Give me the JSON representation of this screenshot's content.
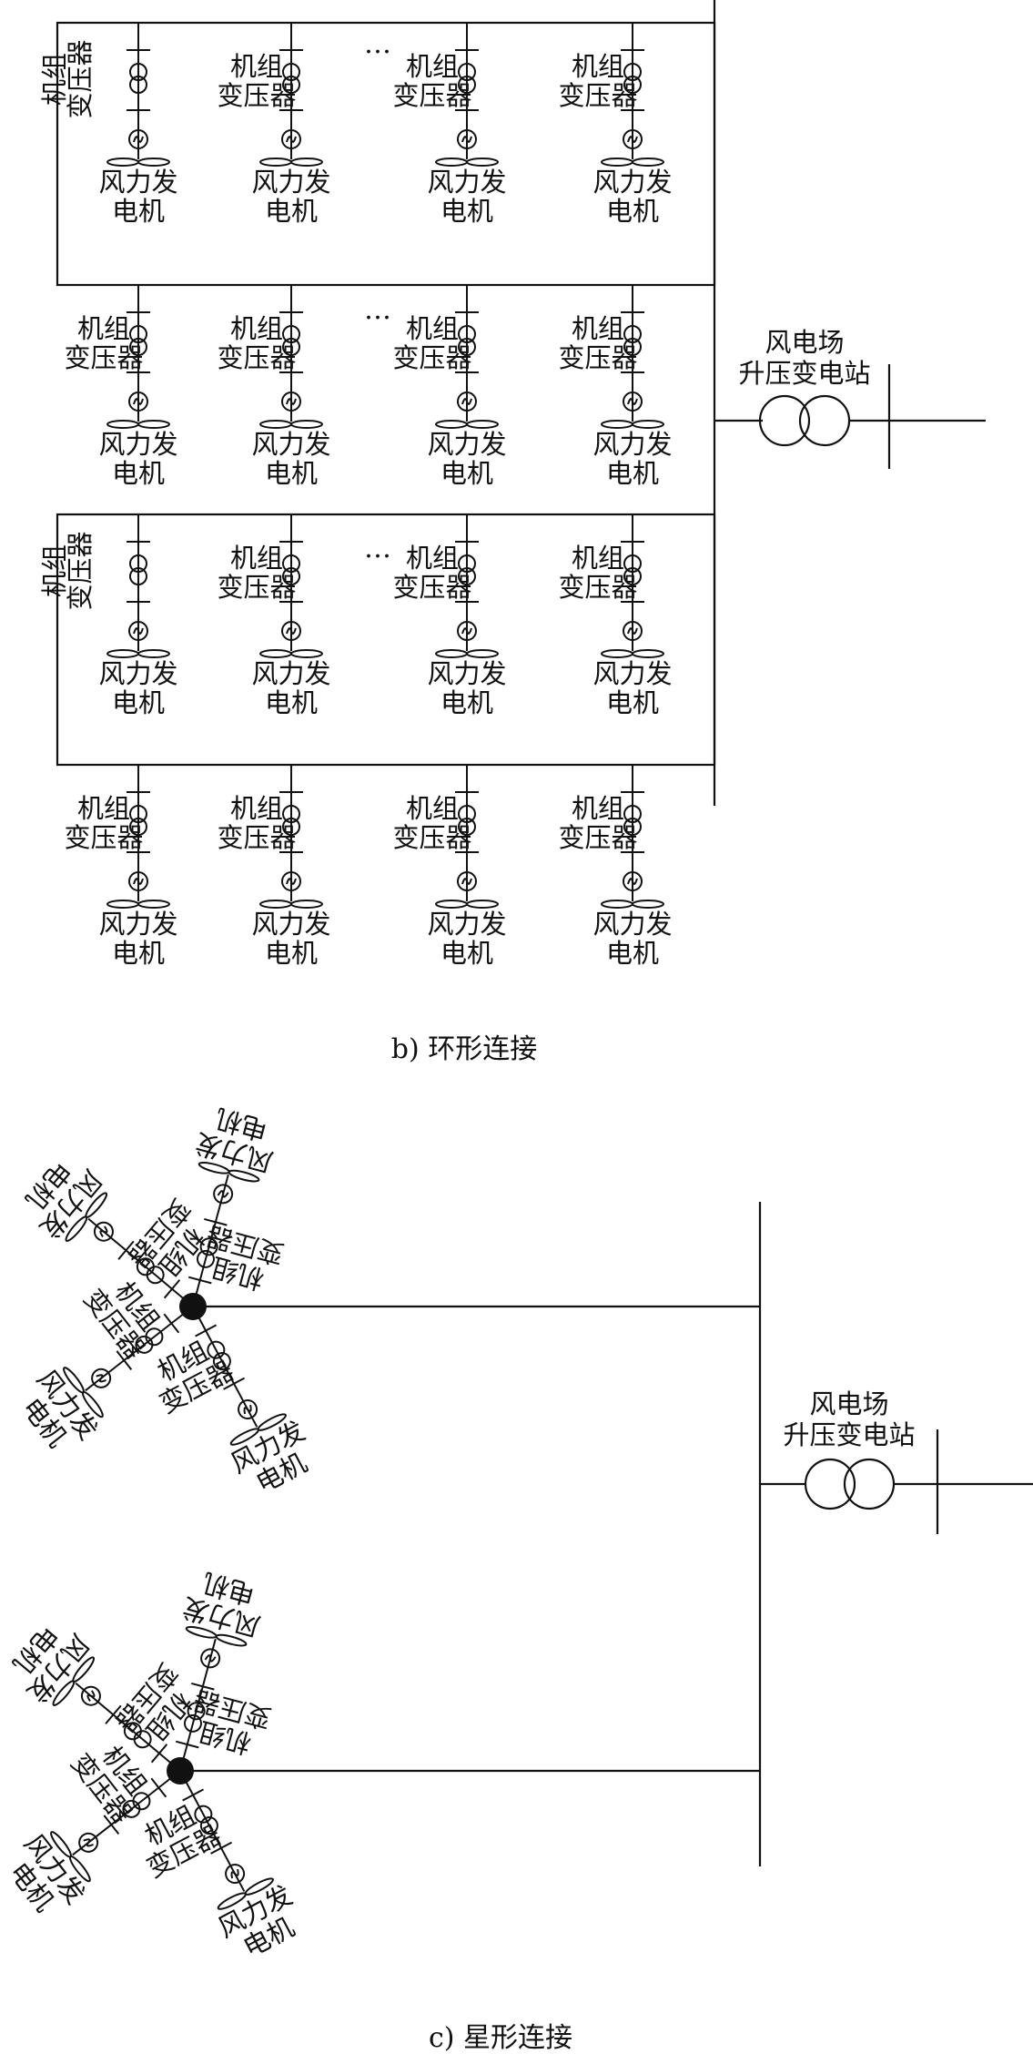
{
  "ring": {
    "caption": "b) 环形连接",
    "ellipsis": "…",
    "unit": {
      "transformer_line1": "机组",
      "transformer_line2": "变压器",
      "generator_line1": "风力发",
      "generator_line2": "电机"
    },
    "substation": {
      "line1": "风电场",
      "line2": "升压变电站"
    }
  },
  "star": {
    "caption": "c) 星形连接",
    "unit": {
      "transformer_line1": "机组",
      "transformer_line2": "变压器",
      "generator_line1": "风力发",
      "generator_line2": "电机"
    },
    "substation": {
      "line1": "风电场",
      "line2": "升压变电站"
    }
  },
  "colors": {
    "line": "#111111",
    "background": "#ffffff"
  },
  "icons": [
    "transformer-icon",
    "generator-icon",
    "turbine-blade-icon",
    "junction-node-icon",
    "substation-transformer-icon"
  ]
}
